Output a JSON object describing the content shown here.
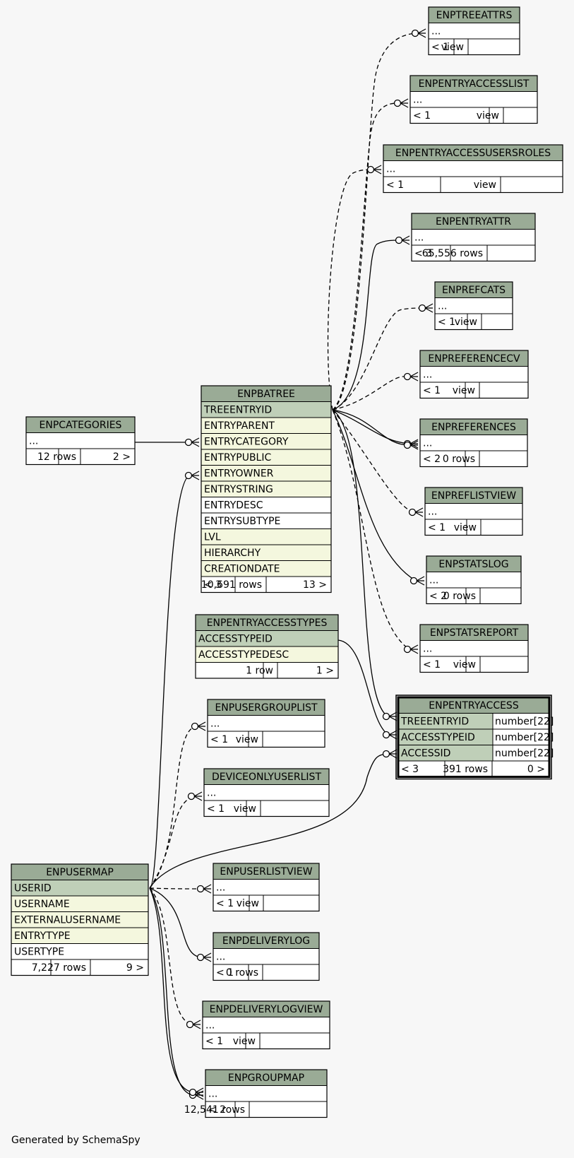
{
  "diagram": {
    "tables": [
      {
        "id": "enptreeattrs",
        "title": "ENPTREEATTRS",
        "columns": [
          {
            "name": "...",
            "kind": "plain"
          }
        ],
        "footer": [
          "< 1",
          "view",
          ""
        ]
      },
      {
        "id": "enpentryaccesslist",
        "title": "ENPENTRYACCESSLIST",
        "columns": [
          {
            "name": "...",
            "kind": "plain"
          }
        ],
        "footer": [
          "< 1",
          "view",
          ""
        ]
      },
      {
        "id": "enpentryaccessusersroles",
        "title": "ENPENTRYACCESSUSERSROLES",
        "columns": [
          {
            "name": "...",
            "kind": "plain"
          }
        ],
        "footer": [
          "< 1",
          "view",
          ""
        ]
      },
      {
        "id": "enpentryattr",
        "title": "ENPENTRYATTR",
        "columns": [
          {
            "name": "...",
            "kind": "plain"
          }
        ],
        "footer": [
          "< 3",
          "65,556 rows",
          ""
        ]
      },
      {
        "id": "enprefcats",
        "title": "ENPREFCATS",
        "columns": [
          {
            "name": "...",
            "kind": "plain"
          }
        ],
        "footer": [
          "< 1",
          "view",
          ""
        ]
      },
      {
        "id": "enpreferencecv",
        "title": "ENPREFERENCECV",
        "columns": [
          {
            "name": "...",
            "kind": "plain"
          }
        ],
        "footer": [
          "< 1",
          "view",
          ""
        ]
      },
      {
        "id": "enpreferences",
        "title": "ENPREFERENCES",
        "columns": [
          {
            "name": "...",
            "kind": "plain"
          }
        ],
        "footer": [
          "< 2",
          "0 rows",
          ""
        ]
      },
      {
        "id": "enpreflistview",
        "title": "ENPREFLISTVIEW",
        "columns": [
          {
            "name": "...",
            "kind": "plain"
          }
        ],
        "footer": [
          "< 1",
          "view",
          ""
        ]
      },
      {
        "id": "enpstatslog",
        "title": "ENPSTATSLOG",
        "columns": [
          {
            "name": "...",
            "kind": "plain"
          }
        ],
        "footer": [
          "< 2",
          "0 rows",
          ""
        ]
      },
      {
        "id": "enpstatsreport",
        "title": "ENPSTATSREPORT",
        "columns": [
          {
            "name": "...",
            "kind": "plain"
          }
        ],
        "footer": [
          "< 1",
          "view",
          ""
        ]
      },
      {
        "id": "enpcategories",
        "title": "ENPCATEGORIES",
        "columns": [
          {
            "name": "...",
            "kind": "plain"
          }
        ],
        "footer": [
          "",
          "12 rows",
          "2 >"
        ]
      },
      {
        "id": "enpbatree",
        "title": "ENPBATREE",
        "columns": [
          {
            "name": "TREEENTRYID",
            "kind": "pk"
          },
          {
            "name": "ENTRYPARENT",
            "kind": "idx"
          },
          {
            "name": "ENTRYCATEGORY",
            "kind": "idx"
          },
          {
            "name": "ENTRYPUBLIC",
            "kind": "idx"
          },
          {
            "name": "ENTRYOWNER",
            "kind": "idx"
          },
          {
            "name": "ENTRYSTRING",
            "kind": "idx"
          },
          {
            "name": "ENTRYDESC",
            "kind": "plain"
          },
          {
            "name": "ENTRYSUBTYPE",
            "kind": "plain"
          },
          {
            "name": "LVL",
            "kind": "idx"
          },
          {
            "name": "HIERARCHY",
            "kind": "idx"
          },
          {
            "name": "CREATIONDATE",
            "kind": "idx"
          }
        ],
        "footer": [
          "< 3",
          "10,691 rows",
          "13 >"
        ]
      },
      {
        "id": "enpentryaccesstypes",
        "title": "ENPENTRYACCESSTYPES",
        "columns": [
          {
            "name": "ACCESSTYPEID",
            "kind": "pk"
          },
          {
            "name": "ACCESSTYPEDESC",
            "kind": "idx"
          }
        ],
        "footer": [
          "",
          "1 row",
          "1 >"
        ]
      },
      {
        "id": "enpentryaccess",
        "title": "ENPENTRYACCESS",
        "focus": true,
        "columns": [
          {
            "name": "TREEENTRYID",
            "kind": "pk",
            "type": "number[22]"
          },
          {
            "name": "ACCESSTYPEID",
            "kind": "pk",
            "type": "number[22]"
          },
          {
            "name": "ACCESSID",
            "kind": "pk",
            "type": "number[22]"
          }
        ],
        "footer": [
          "< 3",
          "391 rows",
          "0 >"
        ]
      },
      {
        "id": "enpusergrouplist",
        "title": "ENPUSERGROUPLIST",
        "columns": [
          {
            "name": "...",
            "kind": "plain"
          }
        ],
        "footer": [
          "< 1",
          "view",
          ""
        ]
      },
      {
        "id": "deviceonlyuserlist",
        "title": "DEVICEONLYUSERLIST",
        "columns": [
          {
            "name": "...",
            "kind": "plain"
          }
        ],
        "footer": [
          "< 1",
          "view",
          ""
        ]
      },
      {
        "id": "enpusermap",
        "title": "ENPUSERMAP",
        "columns": [
          {
            "name": "USERID",
            "kind": "pk"
          },
          {
            "name": "USERNAME",
            "kind": "idx"
          },
          {
            "name": "EXTERNALUSERNAME",
            "kind": "idx"
          },
          {
            "name": "ENTRYTYPE",
            "kind": "idx"
          },
          {
            "name": "USERTYPE",
            "kind": "plain"
          }
        ],
        "footer": [
          "",
          "7,227 rows",
          "9 >"
        ]
      },
      {
        "id": "enpuserlistview",
        "title": "ENPUSERLISTVIEW",
        "columns": [
          {
            "name": "...",
            "kind": "plain"
          }
        ],
        "footer": [
          "< 1",
          "view",
          ""
        ]
      },
      {
        "id": "enpdeliverylog",
        "title": "ENPDELIVERYLOG",
        "columns": [
          {
            "name": "...",
            "kind": "plain"
          }
        ],
        "footer": [
          "< 1",
          "0 rows",
          ""
        ]
      },
      {
        "id": "enpdeliverylogview",
        "title": "ENPDELIVERYLOGVIEW",
        "columns": [
          {
            "name": "...",
            "kind": "plain"
          }
        ],
        "footer": [
          "< 1",
          "view",
          ""
        ]
      },
      {
        "id": "enpgroupmap",
        "title": "ENPGROUPMAP",
        "columns": [
          {
            "name": "...",
            "kind": "plain"
          }
        ],
        "footer": [
          "< 2",
          "12,541 rows",
          ""
        ]
      }
    ],
    "footer_note": "Generated by SchemaSpy",
    "colors": {
      "header": "#9aab96",
      "pk_row": "#bfcfb8",
      "idx_row": "#f4f7de",
      "plain_row": "#ffffff",
      "background": "#f7f7f7",
      "line": "#000000"
    }
  }
}
